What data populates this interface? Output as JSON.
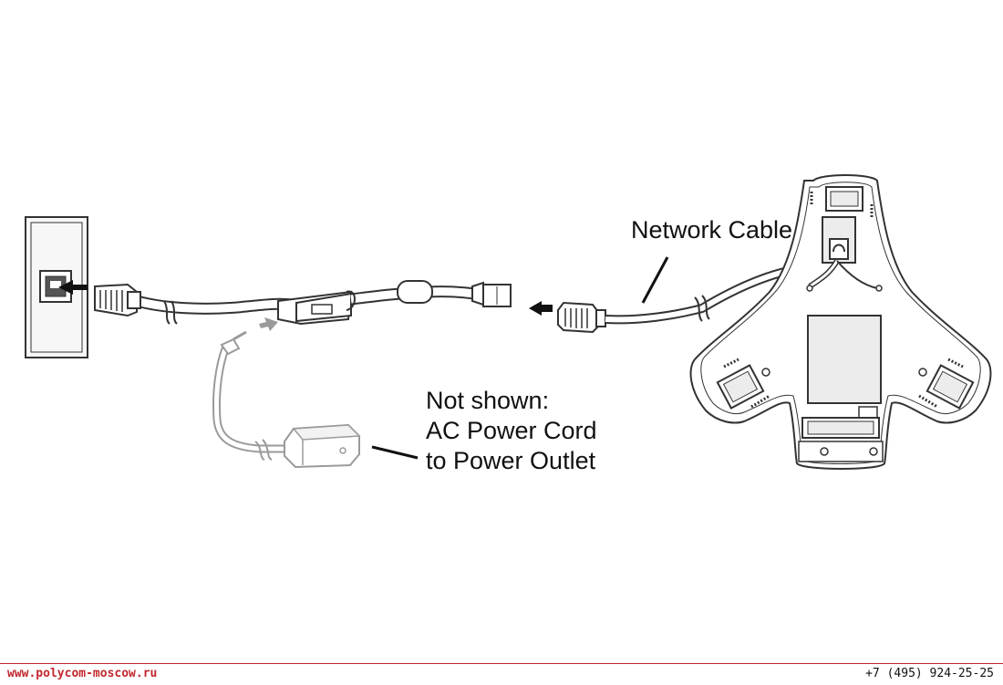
{
  "labels": {
    "network_cable": "Network Cable",
    "not_shown_lines": [
      "Not shown:",
      "AC Power Cord",
      "to Power Outlet"
    ]
  },
  "footer": {
    "url": "www.polycom-moscow.ru",
    "phone": "+7 (495) 924-25-25"
  },
  "colors": {
    "line": "#333333",
    "faded_line": "#9a9a9a",
    "device_fill": "#ececec",
    "footer_accent": "#c2272d"
  }
}
